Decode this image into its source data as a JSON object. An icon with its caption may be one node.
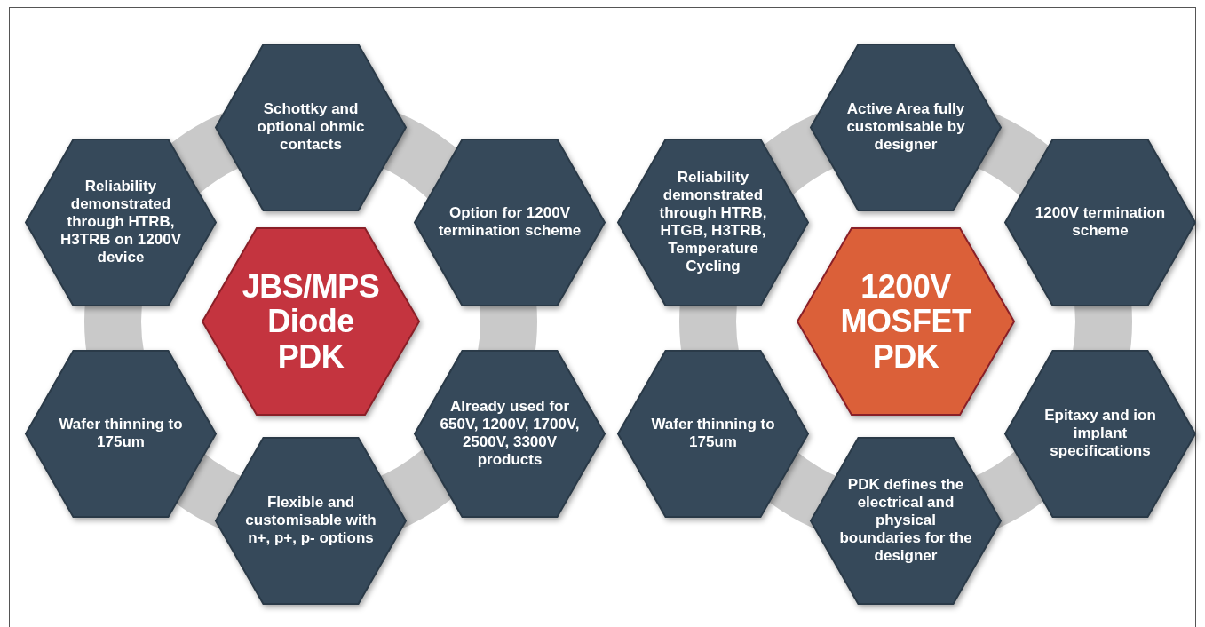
{
  "diagram": {
    "nodes": [
      {
        "text": [
          "Schottky and optional ohmic contacts"
        ]
      },
      {
        "text": [
          "Reliability demonstrated through HTRB, H3TRB on 1200V device"
        ]
      },
      {
        "text": [
          "Option for 1200V termination scheme"
        ]
      },
      {
        "text": [
          "JBS/MPS Diode PDK"
        ]
      },
      {
        "text": [
          "Wafer thinning to 175um"
        ]
      },
      {
        "text": [
          "Already used for 650V, 1200V, 1700V, 2500V, 3300V products"
        ]
      },
      {
        "text": [
          "Flexible and customisable with n+, p+, p- options"
        ]
      },
      {
        "text": [
          "Active Area fully customisable by designer"
        ]
      },
      {
        "text": [
          "Reliability demonstrated through HTRB, HTGB, H3TRB, Temperature Cycling"
        ]
      },
      {
        "text": [
          "1200V termination scheme"
        ]
      },
      {
        "text": [
          "1200V MOSFET PDK"
        ]
      },
      {
        "text": [
          "Wafer thinning to 175um"
        ]
      },
      {
        "text": [
          "Epitaxy and ion implant specifications"
        ]
      },
      {
        "text": [
          "PDK defines the electrical and physical boundaries for the designer"
        ]
      }
    ]
  }
}
